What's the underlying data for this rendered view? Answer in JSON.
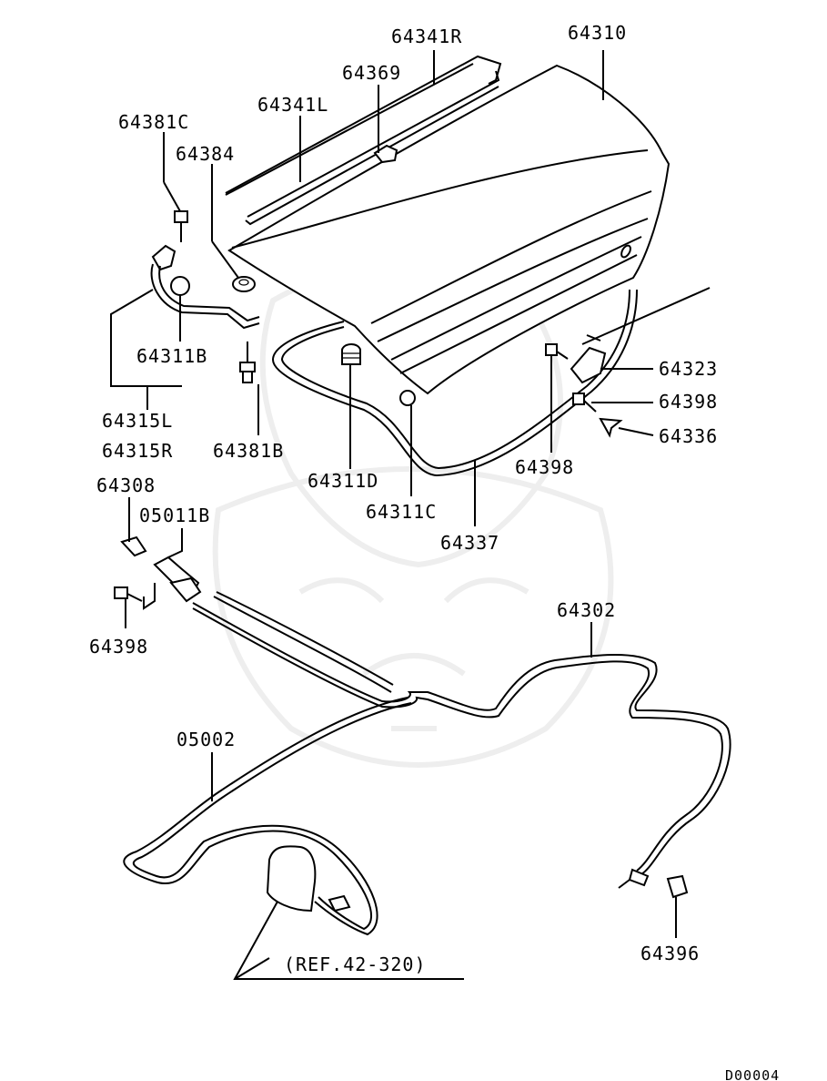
{
  "diagram_code": "D00004",
  "callouts": {
    "p64310": "64310",
    "p64341R": "64341R",
    "p64369": "64369",
    "p64341L": "64341L",
    "p64381C": "64381C",
    "p64384": "64384",
    "p64311B": "64311B",
    "p64315L": "64315L",
    "p64315R": "64315R",
    "p64381B": "64381B",
    "p64311D": "64311D",
    "p64311C": "64311C",
    "p64337": "64337",
    "p64398_mid": "64398",
    "p64323": "64323",
    "p64398_right": "64398",
    "p64336": "64336",
    "p64308": "64308",
    "p05011B": "05011B",
    "p64398_left": "64398",
    "p64302": "64302",
    "p05002": "05002",
    "p64396": "64396",
    "ref": "(REF.42-320)"
  }
}
